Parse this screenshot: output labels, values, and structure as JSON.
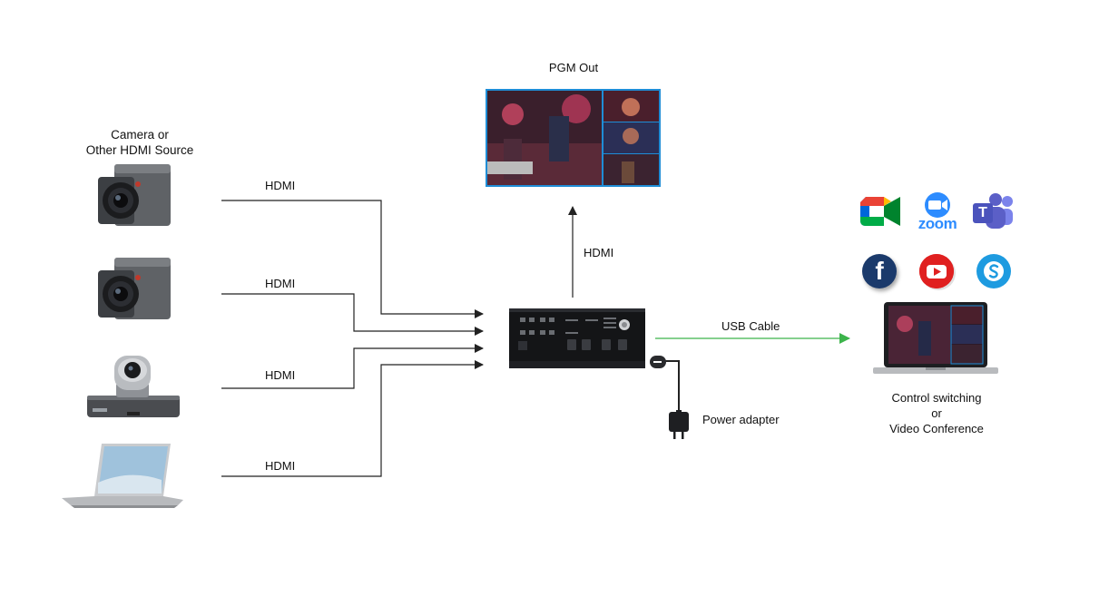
{
  "source_label_line1": "Camera or",
  "source_label_line2": "Other HDMI Source",
  "hdmi_labels": [
    "HDMI",
    "HDMI",
    "HDMI",
    "HDMI"
  ],
  "pgm_out_label": "PGM Out",
  "pgm_hdmi_label": "HDMI",
  "usb_label": "USB Cable",
  "power_label": "Power adapter",
  "control_line1": "Control switching",
  "control_line2": "or",
  "control_line3": "Video Conference",
  "zoom_text": "zoom",
  "teams_letter": "T",
  "facebook_letter": "f",
  "colors": {
    "usb_arrow": "#3cb44b",
    "wire": "#222222",
    "youtube": "#e02020",
    "skype": "#1e9be0",
    "zoom": "#2d8cff",
    "facebook": "#1b3a6b",
    "teams": "#5b5fc7"
  }
}
